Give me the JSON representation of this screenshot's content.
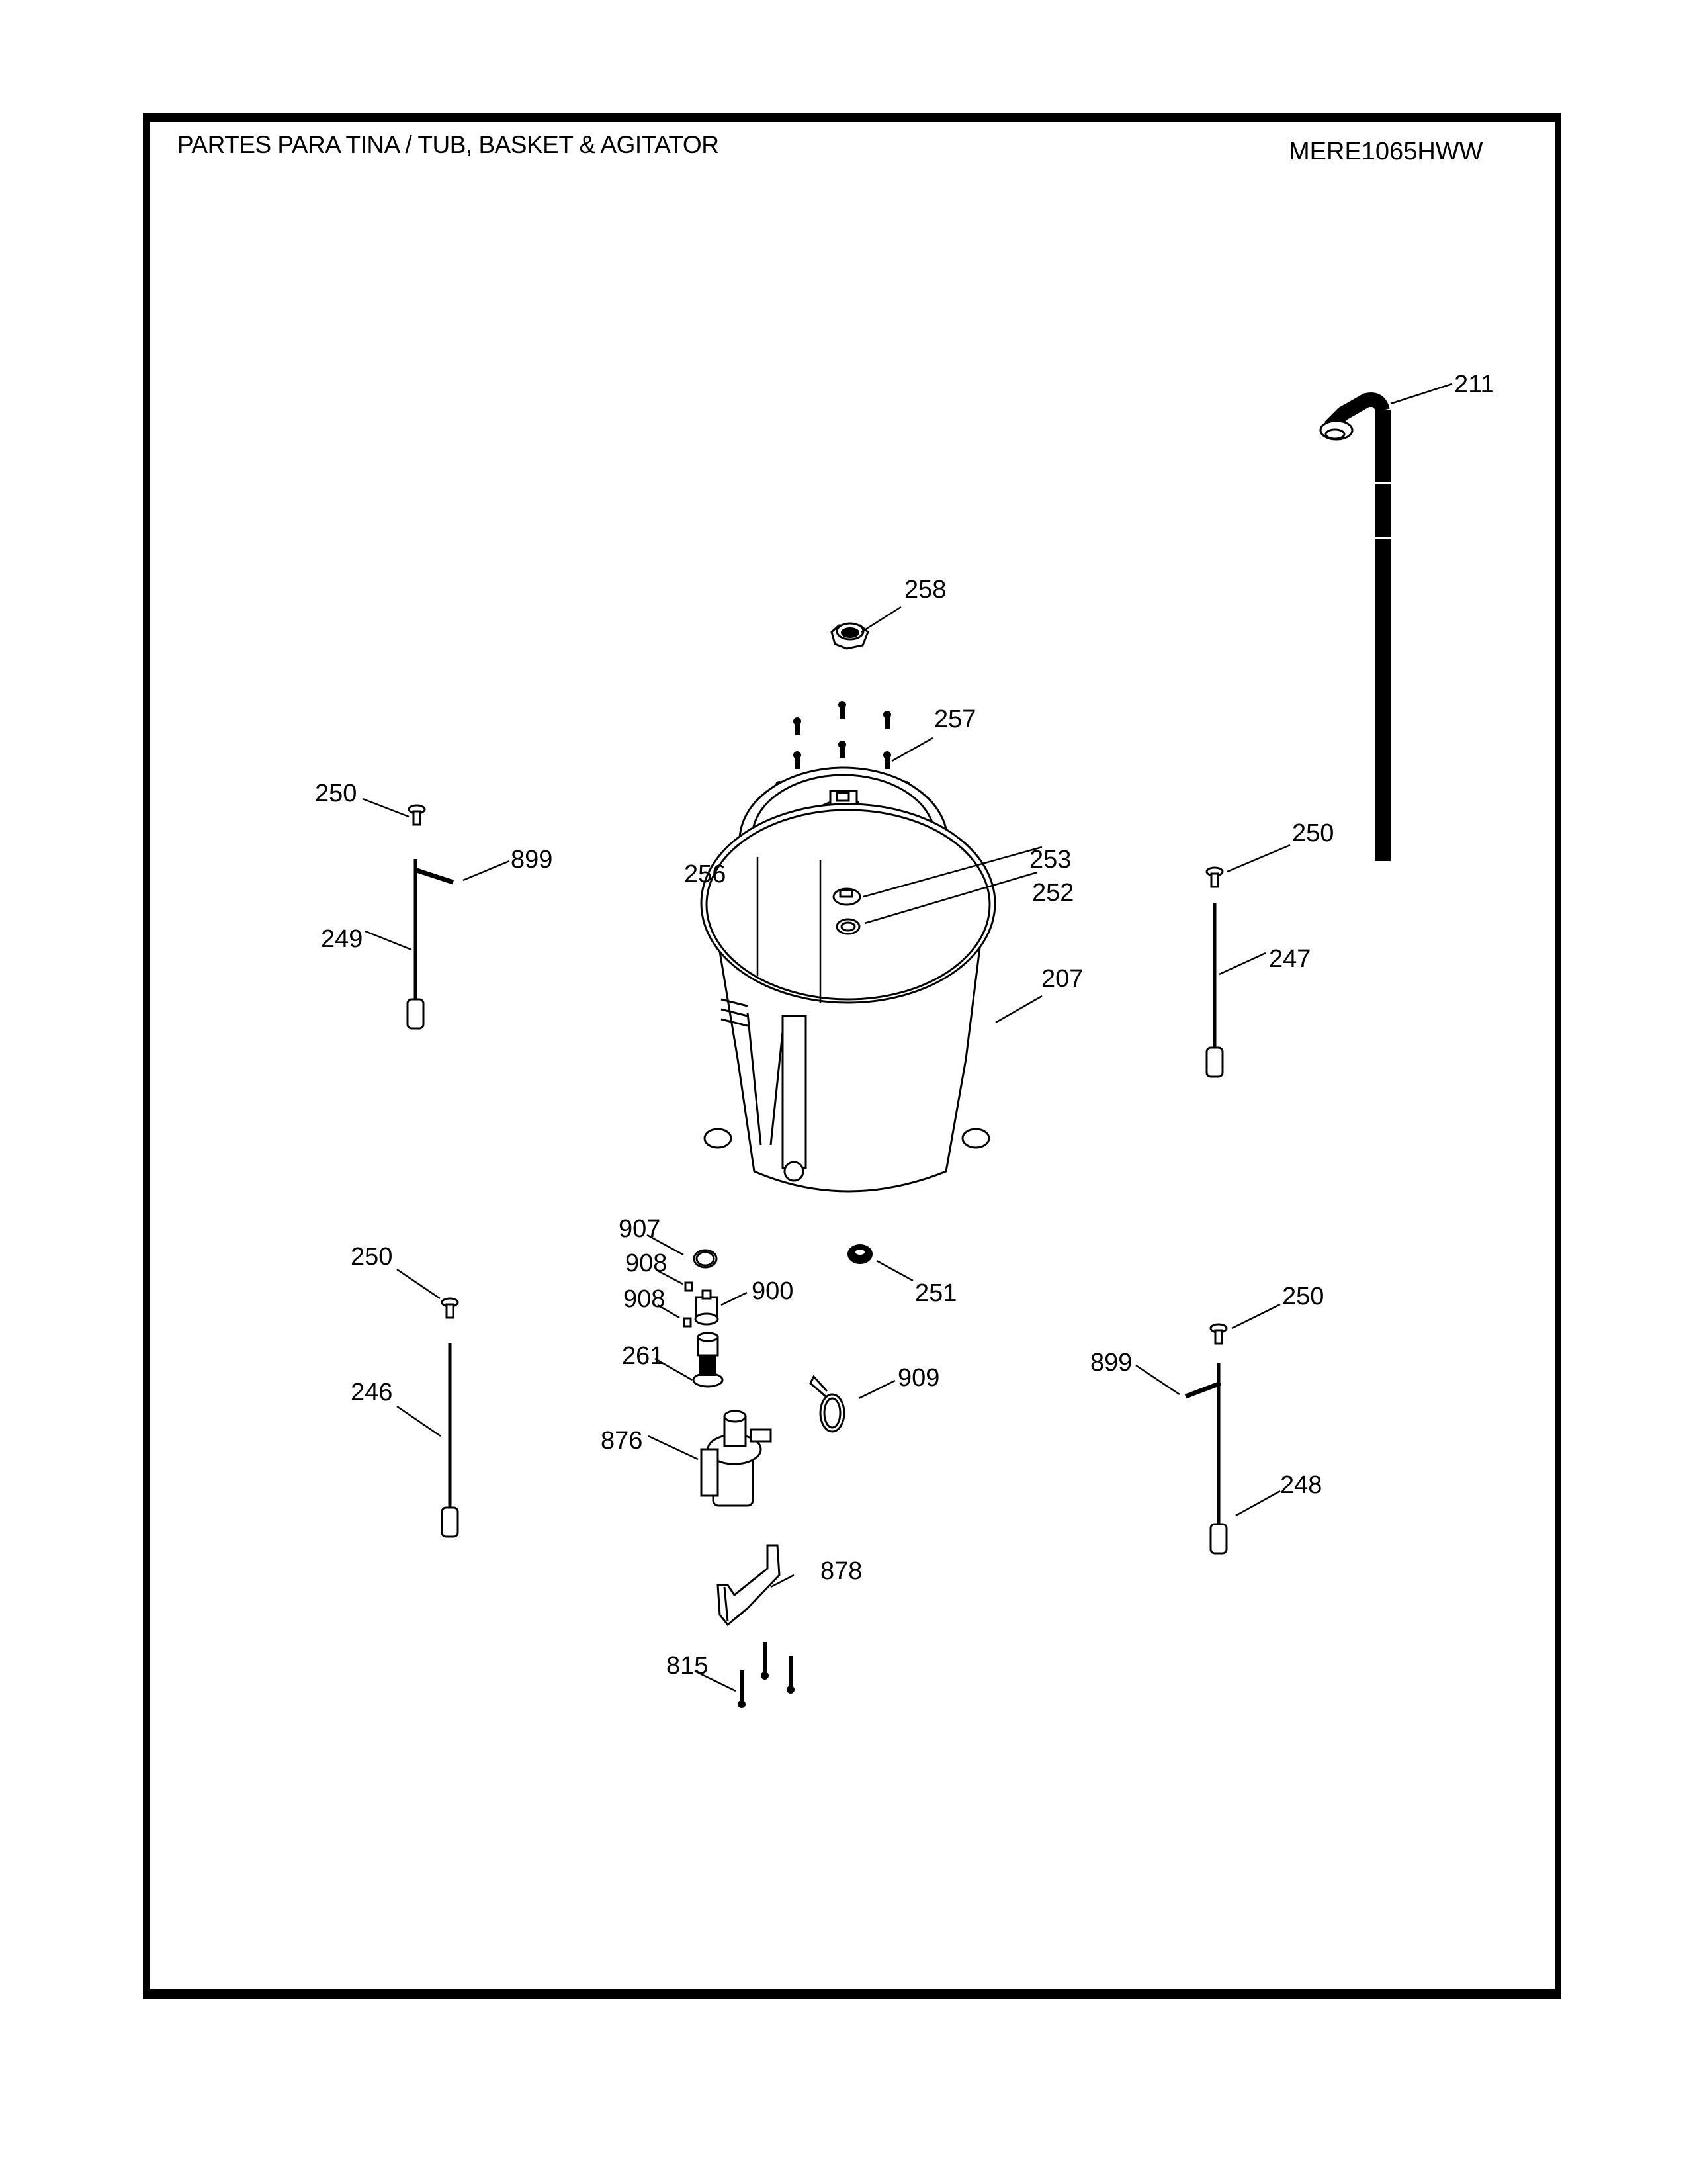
{
  "header": {
    "title": "PARTES PARA TINA  /  TUB, BASKET & AGITATOR",
    "model": "MERE1065HWW"
  },
  "callouts": {
    "c211": "211",
    "c258": "258",
    "c257": "257",
    "c256": "256",
    "c253": "253",
    "c252": "252",
    "c207": "207",
    "c250_tl": "250",
    "c899_l": "899",
    "c249": "249",
    "c250_tr": "250",
    "c247": "247",
    "c250_bl": "250",
    "c246": "246",
    "c907": "907",
    "c908_a": "908",
    "c908_b": "908",
    "c900": "900",
    "c251": "251",
    "c261": "261",
    "c909": "909",
    "c876": "876",
    "c878": "878",
    "c815": "815",
    "c250_br": "250",
    "c899_r": "899",
    "c248": "248"
  },
  "parts": [
    {
      "number": "207",
      "name": "tub"
    },
    {
      "number": "211",
      "name": "drain-hose"
    },
    {
      "number": "246",
      "name": "suspension-rod"
    },
    {
      "number": "247",
      "name": "suspension-rod"
    },
    {
      "number": "248",
      "name": "suspension-rod"
    },
    {
      "number": "249",
      "name": "suspension-rod"
    },
    {
      "number": "250",
      "name": "rod-pivot"
    },
    {
      "number": "251",
      "name": "seal"
    },
    {
      "number": "252",
      "name": "washer"
    },
    {
      "number": "253",
      "name": "bushing"
    },
    {
      "number": "256",
      "name": "tub-cover-flange"
    },
    {
      "number": "257",
      "name": "screw"
    },
    {
      "number": "258",
      "name": "nut"
    },
    {
      "number": "261",
      "name": "drain-valve"
    },
    {
      "number": "815",
      "name": "screw"
    },
    {
      "number": "876",
      "name": "drain-pump"
    },
    {
      "number": "878",
      "name": "pump-bracket"
    },
    {
      "number": "899",
      "name": "rod-clip"
    },
    {
      "number": "900",
      "name": "valve-cap"
    },
    {
      "number": "907",
      "name": "o-ring"
    },
    {
      "number": "908",
      "name": "clip"
    },
    {
      "number": "909",
      "name": "hose-clamp"
    }
  ]
}
